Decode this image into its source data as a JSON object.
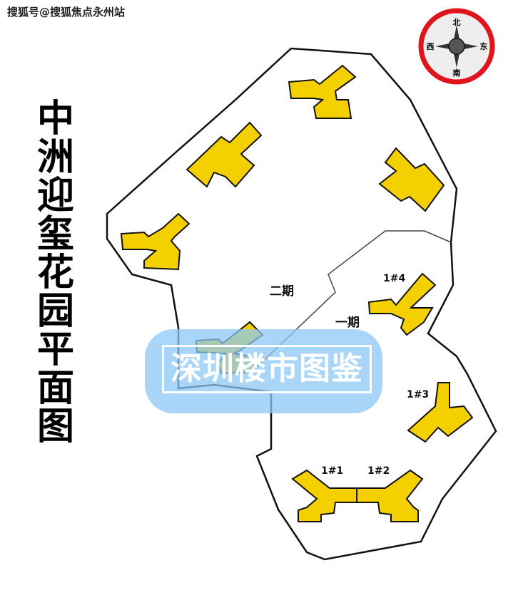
{
  "watermark_top": "搜狐号@搜狐焦点永州站",
  "title": "中洲迎玺花园平面图",
  "compass": {
    "north": "北",
    "south": "南",
    "east": "东",
    "west": "西",
    "ring_color": "#e0141c"
  },
  "phases": {
    "phase2": "二期",
    "phase1": "一期"
  },
  "buildings": {
    "b14": "1#4",
    "b13": "1#3",
    "b11": "1#1",
    "b12": "1#2"
  },
  "overlay_watermark": "深圳楼市图鉴",
  "colors": {
    "building": "#f5d000",
    "outline": "#111111",
    "band": "#9fd0f5"
  }
}
